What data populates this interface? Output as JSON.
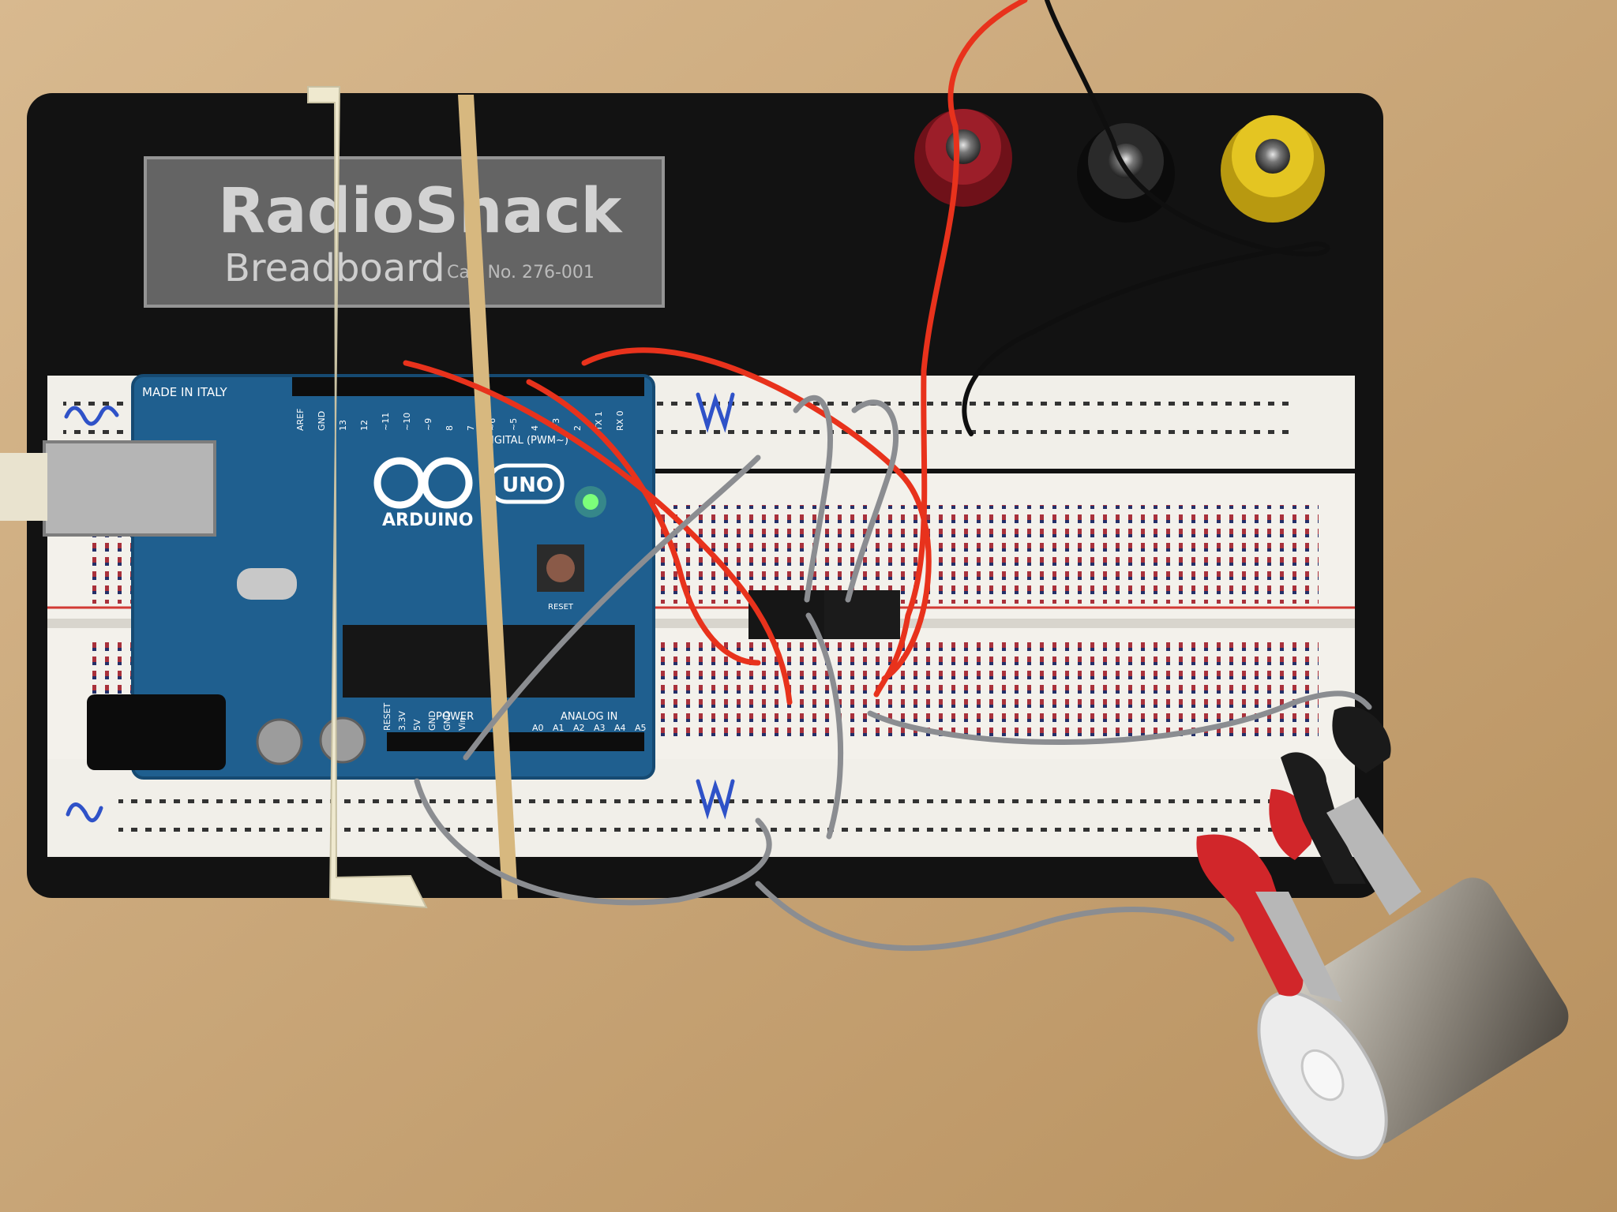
{
  "board_label": {
    "brand": "RadioShack",
    "product": "Breadboard",
    "catalog": "Cat. No. 276-001"
  },
  "arduino": {
    "made_in": "MADE IN ITALY",
    "logo_text": "ARDUINO",
    "model": "UNO",
    "digital_label": "DIGITAL (PWM~)",
    "power_label": "POWER",
    "analog_label": "ANALOG IN",
    "power_pins": [
      "RESET",
      "3.3V",
      "5V",
      "GND",
      "GND",
      "Vin"
    ],
    "analog_pins": [
      "A0",
      "A1",
      "A2",
      "A3",
      "A4",
      "A5"
    ],
    "digital_pins": [
      "AREF",
      "GND",
      "13",
      "12",
      "~11",
      "~10",
      "~9",
      "8",
      "7",
      "~6",
      "~5",
      "4",
      "~3",
      "2",
      "TX 1",
      "RX 0"
    ],
    "reset_label": "RESET"
  },
  "colors": {
    "table": "#c9a57c",
    "board": "#141414",
    "breadboard": "#f2f0ea",
    "arduino_pcb": "#1f5f8f",
    "wire_red": "#e8321c",
    "wire_gray": "#8a8d92",
    "wire_black": "#111111",
    "post_red": "#8e1a22",
    "post_black": "#1c1c1c",
    "post_yellow": "#e3c21b"
  }
}
